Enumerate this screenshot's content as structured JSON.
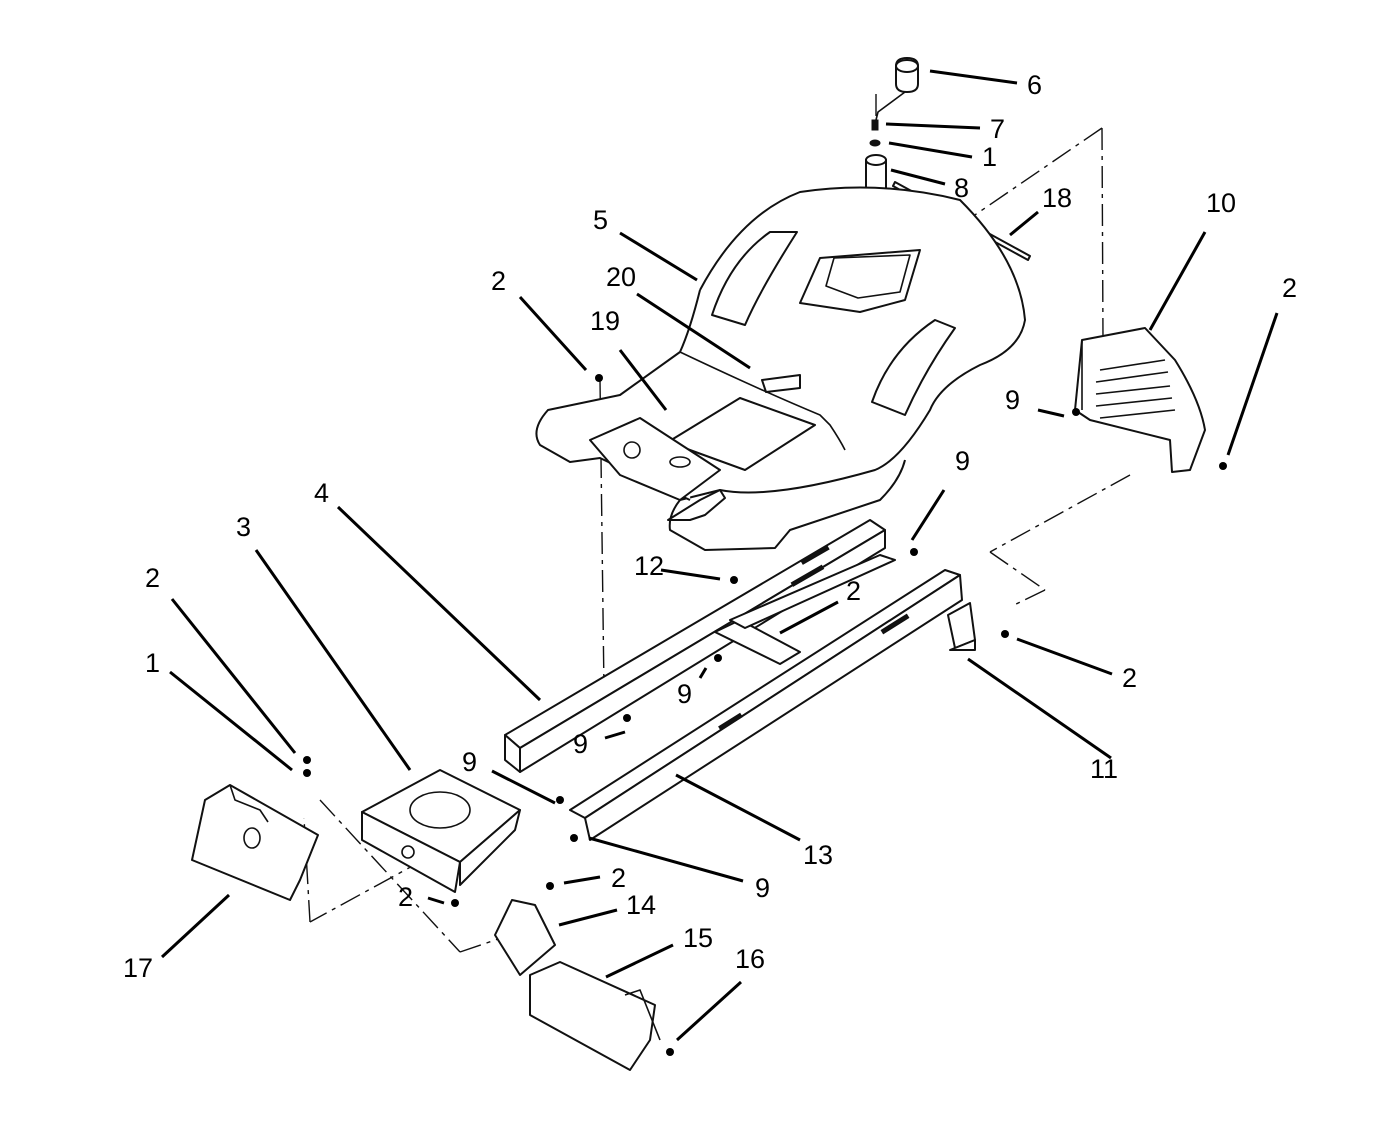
{
  "diagram": {
    "type": "exploded parts diagram",
    "callouts": [
      {
        "id": "c1",
        "label": "6"
      },
      {
        "id": "c2",
        "label": "7"
      },
      {
        "id": "c3",
        "label": "1"
      },
      {
        "id": "c4",
        "label": "8"
      },
      {
        "id": "c5",
        "label": "18"
      },
      {
        "id": "c6",
        "label": "10"
      },
      {
        "id": "c7",
        "label": "5"
      },
      {
        "id": "c8",
        "label": "20"
      },
      {
        "id": "c9",
        "label": "2"
      },
      {
        "id": "c10",
        "label": "19"
      },
      {
        "id": "c11",
        "label": "2"
      },
      {
        "id": "c12",
        "label": "9"
      },
      {
        "id": "c13",
        "label": "9"
      },
      {
        "id": "c14",
        "label": "4"
      },
      {
        "id": "c15",
        "label": "3"
      },
      {
        "id": "c16",
        "label": "2"
      },
      {
        "id": "c17",
        "label": "12"
      },
      {
        "id": "c18",
        "label": "2"
      },
      {
        "id": "c19",
        "label": "2"
      },
      {
        "id": "c20",
        "label": "1"
      },
      {
        "id": "c21",
        "label": "9"
      },
      {
        "id": "c22",
        "label": "11"
      },
      {
        "id": "c23",
        "label": "9"
      },
      {
        "id": "c24",
        "label": "9"
      },
      {
        "id": "c25",
        "label": "13"
      },
      {
        "id": "c26",
        "label": "9"
      },
      {
        "id": "c27",
        "label": "2"
      },
      {
        "id": "c28",
        "label": "2"
      },
      {
        "id": "c29",
        "label": "14"
      },
      {
        "id": "c30",
        "label": "15"
      },
      {
        "id": "c31",
        "label": "16"
      },
      {
        "id": "c32",
        "label": "17"
      }
    ]
  }
}
